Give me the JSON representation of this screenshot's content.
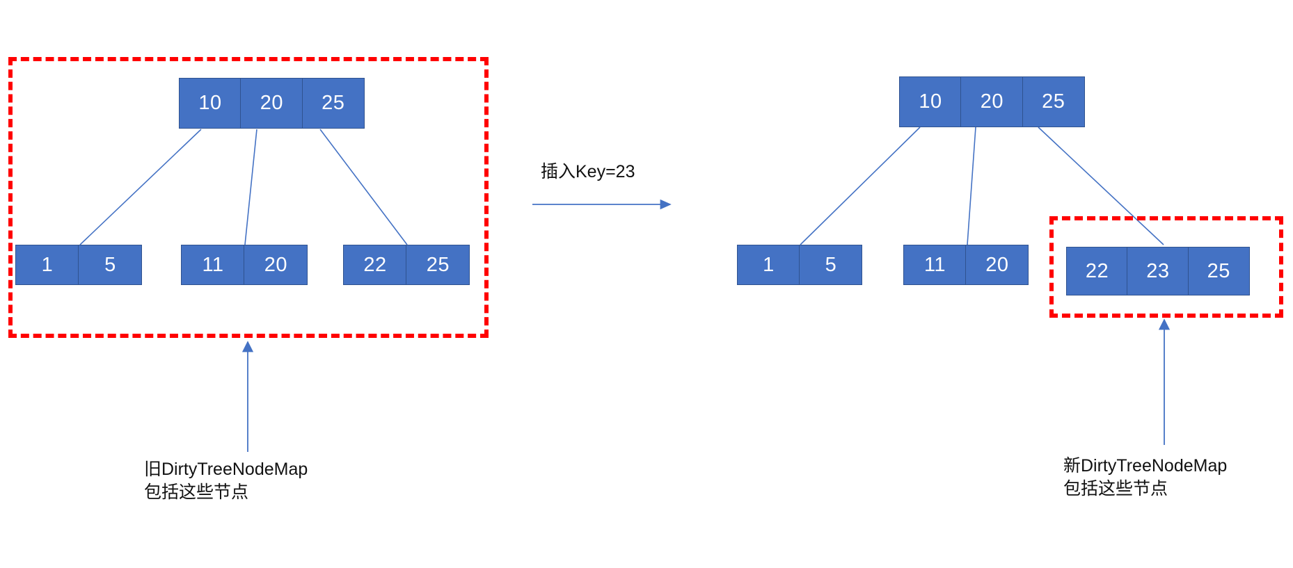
{
  "diagram": {
    "title_note": "B+ tree insert producing new DirtyTreeNodeMap",
    "colors": {
      "node_fill": "#4472C4",
      "node_border": "#2F528F",
      "node_text": "#FFFFFF",
      "highlight_dashed": "#FF0000",
      "connector": "#4472C4",
      "caption_text": "#111111"
    },
    "operation": {
      "label": "插入Key=23",
      "arrow_icon": "right-arrow-icon"
    },
    "before_tree": {
      "name": "before-tree",
      "root": {
        "name": "before-root-node",
        "keys": [
          "10",
          "20",
          "25"
        ]
      },
      "leaves": [
        {
          "name": "before-leaf-1",
          "keys": [
            "1",
            "5"
          ]
        },
        {
          "name": "before-leaf-2",
          "keys": [
            "11",
            "20"
          ]
        },
        {
          "name": "before-leaf-3",
          "keys": [
            "22",
            "25"
          ]
        }
      ],
      "highlight": {
        "name": "before-dirty-highlight",
        "covers": "entire-tree"
      },
      "caption": "旧DirtyTreeNodeMap\n包括这些节点"
    },
    "after_tree": {
      "name": "after-tree",
      "root": {
        "name": "after-root-node",
        "keys": [
          "10",
          "20",
          "25"
        ]
      },
      "leaves": [
        {
          "name": "after-leaf-1",
          "keys": [
            "1",
            "5"
          ]
        },
        {
          "name": "after-leaf-2",
          "keys": [
            "11",
            "20"
          ]
        },
        {
          "name": "after-leaf-3",
          "keys": [
            "22",
            "23",
            "25"
          ]
        }
      ],
      "highlight": {
        "name": "after-dirty-highlight",
        "covers": "third-leaf-only"
      },
      "caption": "新DirtyTreeNodeMap\n包括这些节点"
    }
  }
}
